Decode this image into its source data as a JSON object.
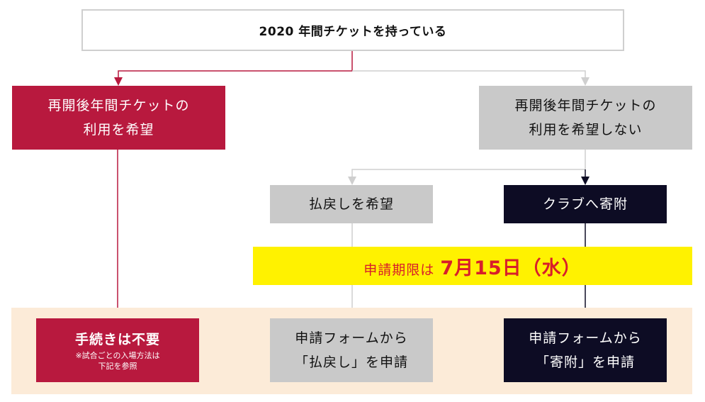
{
  "top": {
    "text": "2020 年間チケットを持っている"
  },
  "use": {
    "line1": "再開後年間チケットの",
    "line2": "利用を希望"
  },
  "nouse": {
    "line1": "再開後年間チケットの",
    "line2": "利用を希望しない"
  },
  "refund": {
    "label": "払戻しを希望"
  },
  "donate": {
    "label": "クラブへ寄附"
  },
  "deadline": {
    "lead": "申請期限は",
    "date": "7月15日（水）"
  },
  "none": {
    "main": "手続きは不要",
    "note1": "※試合ごとの入場方法は",
    "note2": "下記を参照"
  },
  "apply_refund": {
    "line1": "申請フォームから",
    "line2": "「払戻し」を申請"
  },
  "apply_donate": {
    "line1": "申請フォームから",
    "line2": "「寄附」を申請"
  },
  "colors": {
    "crimson": "#b8193e",
    "navy": "#0d0c24",
    "gray": "#c9c9c9",
    "light_gray": "#cfcfcf",
    "yellow": "#fff200",
    "red": "#d81e2a",
    "band": "#fcebd8"
  }
}
